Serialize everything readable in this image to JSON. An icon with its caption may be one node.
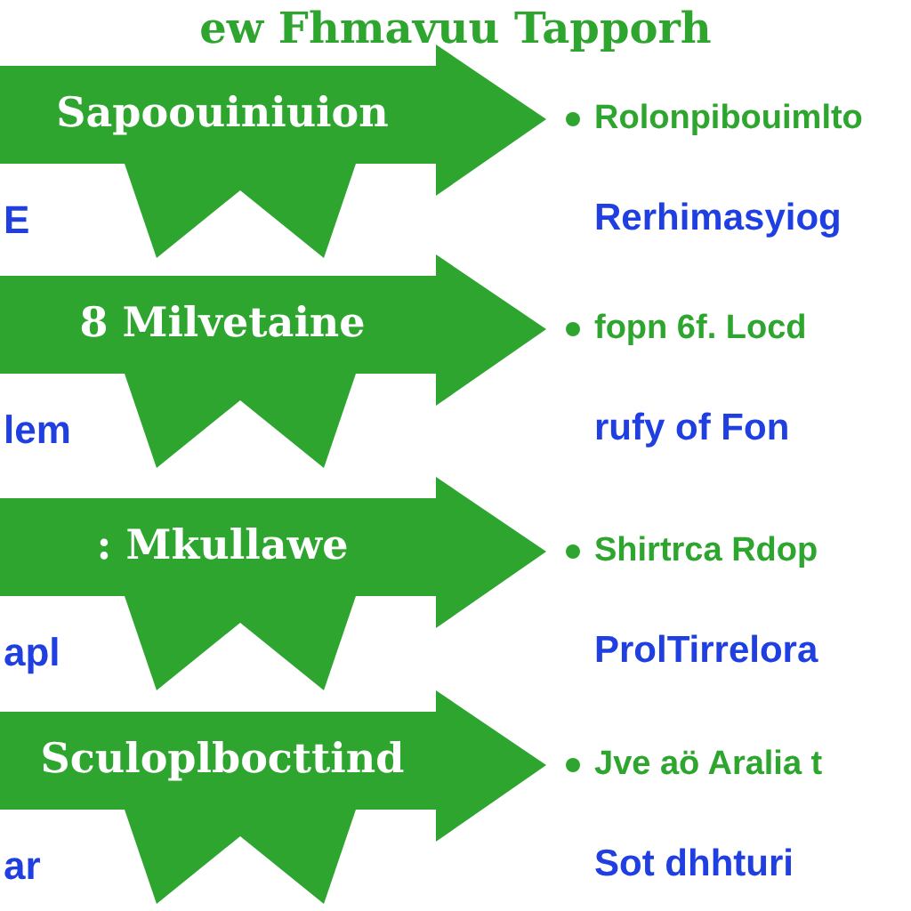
{
  "diagram": {
    "title": "ew Fhmavuu Tapporh",
    "nodes": [
      {
        "text": [
          "Sapoouiniuion"
        ]
      },
      {
        "text": [
          "8 Milvetaine"
        ]
      },
      {
        "text": [
          ": Mkullawe"
        ]
      },
      {
        "text": [
          "Sculoplbocttind"
        ]
      }
    ],
    "labels": [
      "Rolonpibouimlto",
      "E",
      "Rerhimasyiog",
      "fopn 6f. Locd",
      "lem",
      "rufy of Fon",
      "Shirtrca Rdop",
      "apl",
      "ProlTirrelora",
      "Jve aö Aralia t",
      "ar",
      "Sot dhhturi"
    ]
  }
}
